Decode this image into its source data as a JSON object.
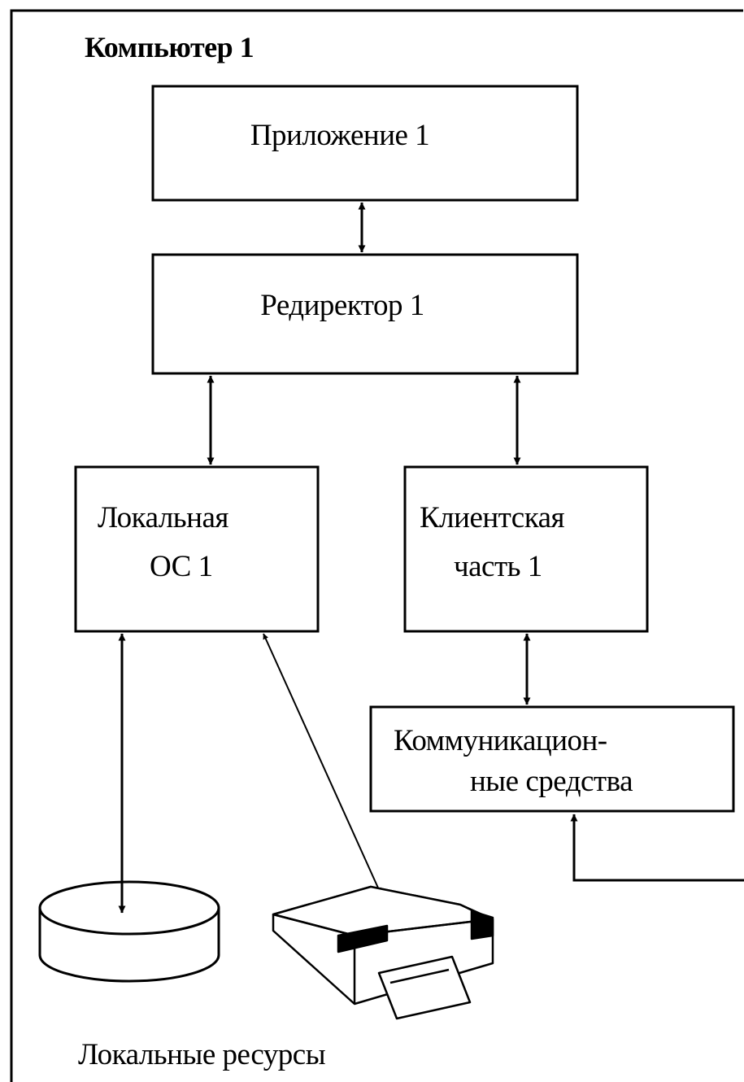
{
  "frame_title": "Компьютер 1",
  "blocks": {
    "application": "Приложение 1",
    "redirector": "Редиректор 1",
    "local_os": [
      "Локальная",
      "ОС 1"
    ],
    "client_part": [
      "Клиентская",
      "часть 1"
    ],
    "comm_means": [
      "Коммуникацион-",
      "ные средства"
    ]
  },
  "local_resources_label": "Локальные ресурсы",
  "icons": [
    "disk-icon",
    "printer-icon"
  ],
  "colors": {
    "line": "#000000",
    "background": "#ffffff"
  }
}
